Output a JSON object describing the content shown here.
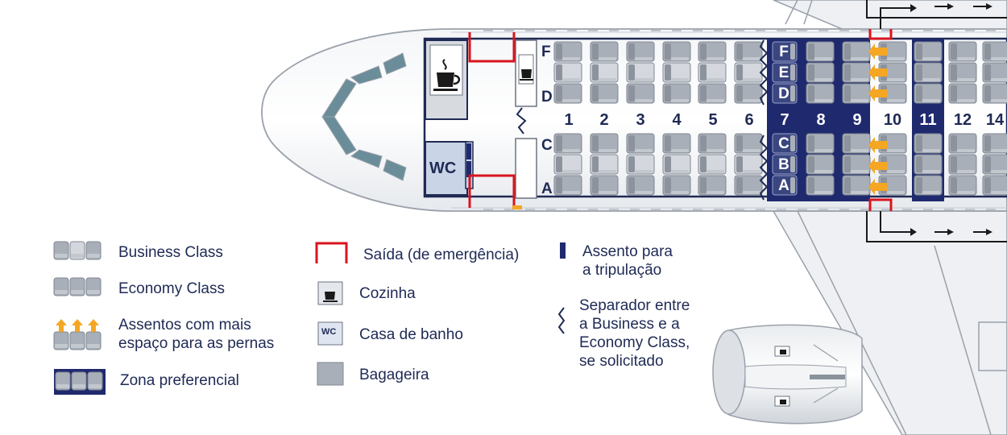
{
  "rows": {
    "letters_top": [
      "F",
      "E",
      "D"
    ],
    "letters_bottom": [
      "C",
      "B",
      "A"
    ],
    "numbers": [
      "1",
      "2",
      "3",
      "4",
      "5",
      "6",
      "7",
      "8",
      "9",
      "10",
      "11",
      "12",
      "14"
    ]
  },
  "galley_label": "WC",
  "legend": {
    "business": "Business Class",
    "economy": "Economy Class",
    "legroom_line1": "Assentos com mais",
    "legroom_line2": "espaço para as pernas",
    "preferred": "Zona preferencial",
    "exit": "Saída (de emergência)",
    "kitchen": "Cozinha",
    "toilet": "Casa de banho",
    "toilet_icon": "WC",
    "storage": "Bagageira",
    "crew_line1": "Assento para",
    "crew_line2": "a tripulação",
    "sep_line1": "Separador entre",
    "sep_line2": "a Business e a",
    "sep_line3": "Economy Class,",
    "sep_line4": "se solicitado"
  },
  "colors": {
    "navy": "#1f2a6e",
    "seat": "#a9afb8",
    "seat_light": "#d4d8de",
    "exit_red": "#d9141e",
    "arrow_orange": "#f5a623",
    "text": "#1f2a55"
  }
}
